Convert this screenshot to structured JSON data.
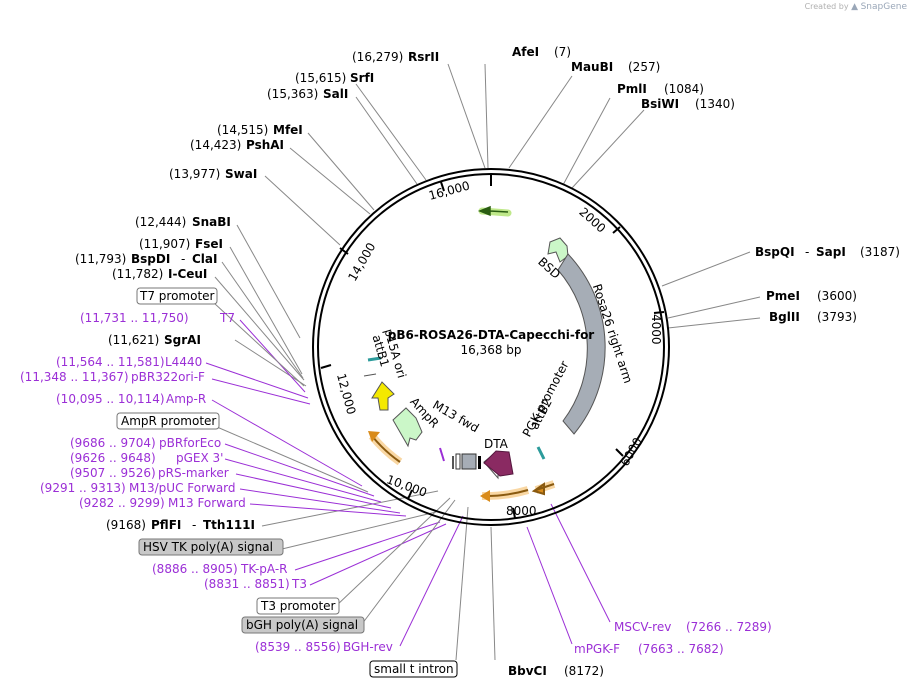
{
  "credit": {
    "prefix": "Created by",
    "brand": "SnapGene"
  },
  "plasmid": {
    "name": "pB6-ROSA26-DTA-Capecchi-for",
    "size": "16,368 bp"
  },
  "ticks": [
    "16,000",
    "2000",
    "4000",
    "6000",
    "8000",
    "10,000",
    "12,000",
    "14,000"
  ],
  "colors": {
    "primer": "#9b2fd6",
    "backbone": "#000000",
    "grey": "#a6adb6",
    "yellow": "#f4e900",
    "green": "#cbf7c8",
    "orange": "#f2a63a",
    "purple": "#8a2a62"
  },
  "enzymes": [
    {
      "pos": "(16,279)",
      "name": "RsrII"
    },
    {
      "name": "AfeI",
      "pos": "(7)"
    },
    {
      "name": "MauBI",
      "pos": "(257)"
    },
    {
      "name": "PmlI",
      "pos": "(1084)"
    },
    {
      "name": "BsiWI",
      "pos": "(1340)"
    },
    {
      "pos": "(15,615)",
      "name": "SrfI"
    },
    {
      "pos": "(15,363)",
      "name": "SalI"
    },
    {
      "pos": "(14,515)",
      "name": "MfeI"
    },
    {
      "pos": "(14,423)",
      "name": "PshAI"
    },
    {
      "pos": "(13,977)",
      "name": "SwaI"
    },
    {
      "pos": "(12,444)",
      "name": "SnaBI"
    },
    {
      "pos": "(11,907)",
      "name": "FseI"
    },
    {
      "pos": "(11,793)",
      "name": "BspDI",
      "name2": "ClaI"
    },
    {
      "pos": "(11,782)",
      "name": "I-CeuI"
    },
    {
      "pos": "(11,621)",
      "name": "SgrAI"
    },
    {
      "pos": "(9168)",
      "name": "PflFI",
      "name2": "Tth111I"
    },
    {
      "name": "BspQI",
      "name2": "SapI",
      "pos": "(3187)"
    },
    {
      "name": "PmeI",
      "pos": "(3600)"
    },
    {
      "name": "BglII",
      "pos": "(3793)"
    },
    {
      "name": "BbvCI",
      "pos": "(8172)"
    }
  ],
  "primers": [
    {
      "pos": "(11,731 .. 11,750)",
      "name": "T7"
    },
    {
      "pos": "(11,564 .. 11,581)",
      "name": "L4440"
    },
    {
      "pos": "(11,348 .. 11,367)",
      "name": "pBR322ori-F"
    },
    {
      "pos": "(10,095 .. 10,114)",
      "name": "Amp-R"
    },
    {
      "pos": "(9686 .. 9704)",
      "name": "pBRforEco"
    },
    {
      "pos": "(9626 .. 9648)",
      "name": "pGEX 3'"
    },
    {
      "pos": "(9507 .. 9526)",
      "name": "pRS-marker"
    },
    {
      "pos": "(9291 .. 9313)",
      "name": "M13/pUC Forward"
    },
    {
      "pos": "(9282 .. 9299)",
      "name": "M13 Forward"
    },
    {
      "pos": "(8886 .. 8905)",
      "name": "TK-pA-R"
    },
    {
      "pos": "(8831 .. 8851)",
      "name": "T3"
    },
    {
      "pos": "(8539 .. 8556)",
      "name": "BGH-rev"
    },
    {
      "name": "MSCV-rev",
      "pos": "(7266 .. 7289)"
    },
    {
      "name": "mPGK-F",
      "pos": "(7663 .. 7682)"
    }
  ],
  "boxed": [
    "T7 promoter",
    "AmpR promoter",
    "HSV TK poly(A) signal",
    "T3 promoter",
    "bGH poly(A) signal",
    "small t intron"
  ],
  "inner": [
    "BSD",
    "Rosa26 right arm",
    "PGK promoter",
    "attB2",
    "DTA",
    "M13 fwd",
    "AmpR",
    "p15A ori",
    "attB1"
  ]
}
